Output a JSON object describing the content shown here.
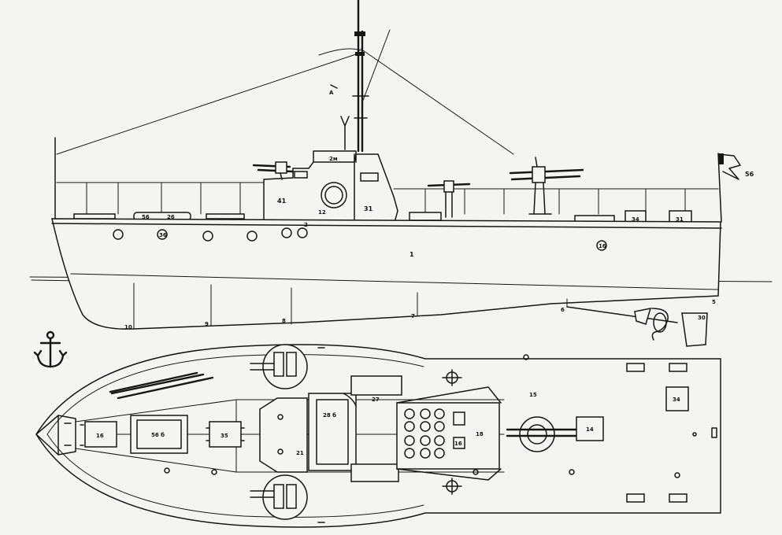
{
  "labels": {
    "flag_no": "56",
    "deckhouse_top": "2м",
    "bridge": "41",
    "wheelhouse": "31",
    "small_a": "12",
    "small_b": "2",
    "cabin_roof_a": "56",
    "cabin_roof_b": "26",
    "porthole_fwd": "36",
    "hull_mid": "1",
    "porthole_aft": "16",
    "locker_a": "34",
    "locker_b": "31",
    "keel_fwd": "10",
    "keel_a": "9",
    "keel_b": "8",
    "keel_c": "7",
    "keel_d": "6",
    "keel_e": "5",
    "rudder": "30",
    "mast_top": "A",
    "plan_bow": "16",
    "plan_hatch": "56 б",
    "plan_fwd_locker": "35",
    "plan_deck_fwd": "21",
    "plan_bridge_side": "28 б",
    "plan_bridge_no": "27",
    "plan_racks": "18",
    "plan_racks_small": "16",
    "plan_deck_aft": "15",
    "plan_aft_locker": "14",
    "plan_stern_box": "34"
  },
  "icons": {
    "anchor": "anchor-icon"
  }
}
